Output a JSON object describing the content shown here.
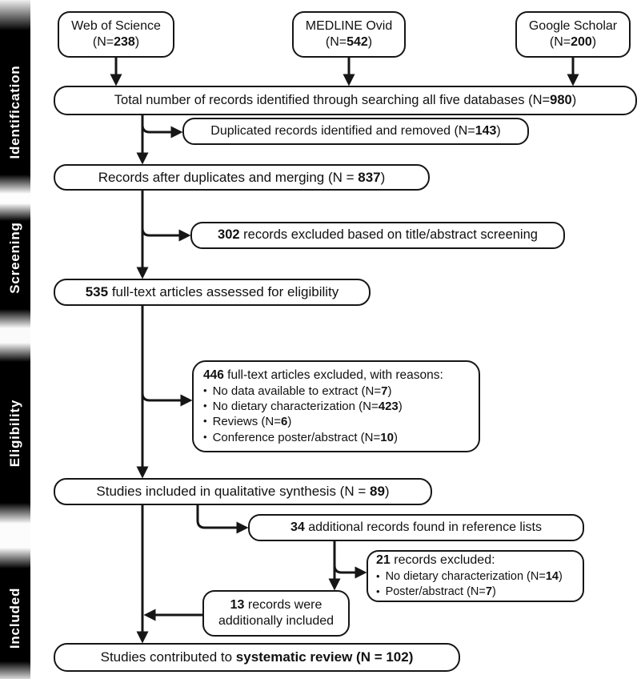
{
  "bullet_char": "•",
  "sidebar": {
    "labels": [
      {
        "text": "Identification"
      },
      {
        "text": "Screening"
      },
      {
        "text": "Eligibility"
      },
      {
        "text": "Included"
      }
    ]
  },
  "colors": {
    "line": "#161616",
    "sidebar_black": "#000000",
    "text": "#111111",
    "background": "#ffffff"
  },
  "boxes": {
    "source_wos": {
      "line1": [
        {
          "t": "Web of Science"
        }
      ],
      "line2": [
        {
          "t": "(N="
        },
        {
          "t": "238",
          "b": true
        },
        {
          "t": ")"
        }
      ]
    },
    "source_medline": {
      "line1": [
        {
          "t": "MEDLINE Ovid"
        }
      ],
      "line2": [
        {
          "t": "(N="
        },
        {
          "t": "542",
          "b": true
        },
        {
          "t": ")"
        }
      ]
    },
    "source_scholar": {
      "line1": [
        {
          "t": "Google Scholar"
        }
      ],
      "line2": [
        {
          "t": "(N="
        },
        {
          "t": "200",
          "b": true
        },
        {
          "t": ")"
        }
      ]
    },
    "total_identified": [
      {
        "t": "Total number of records identified through searching all five databases  (N="
      },
      {
        "t": "980",
        "b": true
      },
      {
        "t": ")"
      }
    ],
    "duplicates_removed": [
      {
        "t": "Duplicated records identified and removed (N="
      },
      {
        "t": "143",
        "b": true
      },
      {
        "t": ")"
      }
    ],
    "after_duplicates": [
      {
        "t": "Records after duplicates and merging (N = "
      },
      {
        "t": "837",
        "b": true
      },
      {
        "t": ")"
      }
    ],
    "excluded_title_abstract": [
      {
        "t": "302",
        "b": true
      },
      {
        "t": " records excluded based on title/abstract screening"
      }
    ],
    "fulltext_assessed": [
      {
        "t": "535",
        "b": true
      },
      {
        "t": " full-text articles assessed for eligibility"
      }
    ],
    "excluded_fulltext": {
      "title": [
        {
          "t": "446",
          "b": true
        },
        {
          "t": "  full-text articles excluded, with reasons:"
        }
      ],
      "bullets": [
        [
          {
            "t": "No data available to extract (N="
          },
          {
            "t": "7",
            "b": true
          },
          {
            "t": ")"
          }
        ],
        [
          {
            "t": "No dietary characterization (N="
          },
          {
            "t": "423",
            "b": true
          },
          {
            "t": ")"
          }
        ],
        [
          {
            "t": "Reviews (N="
          },
          {
            "t": "6",
            "b": true
          },
          {
            "t": ")"
          }
        ],
        [
          {
            "t": "Conference poster/abstract (N="
          },
          {
            "t": "10",
            "b": true
          },
          {
            "t": ")"
          }
        ]
      ]
    },
    "qualitative_synthesis": [
      {
        "t": "Studies included in qualitative synthesis (N = "
      },
      {
        "t": "89",
        "b": true
      },
      {
        "t": ")"
      }
    ],
    "additional_reference_lists": [
      {
        "t": "34",
        "b": true
      },
      {
        "t": " additional records found in reference lists"
      }
    ],
    "excluded_reference": {
      "title": [
        {
          "t": "21",
          "b": true
        },
        {
          "t": " records excluded:"
        }
      ],
      "bullets": [
        [
          {
            "t": "No dietary characterization (N="
          },
          {
            "t": "14",
            "b": true
          },
          {
            "t": ")"
          }
        ],
        [
          {
            "t": "Poster/abstract (N="
          },
          {
            "t": "7",
            "b": true
          },
          {
            "t": ")"
          }
        ]
      ]
    },
    "additionally_included": {
      "line1": [
        {
          "t": "13",
          "b": true
        },
        {
          "t": " records were"
        }
      ],
      "line2": [
        {
          "t": "additionally included"
        }
      ]
    },
    "final_review": [
      {
        "t": "Studies contributed to "
      },
      {
        "t": "systematic review (N = 102)",
        "b": true
      }
    ]
  }
}
